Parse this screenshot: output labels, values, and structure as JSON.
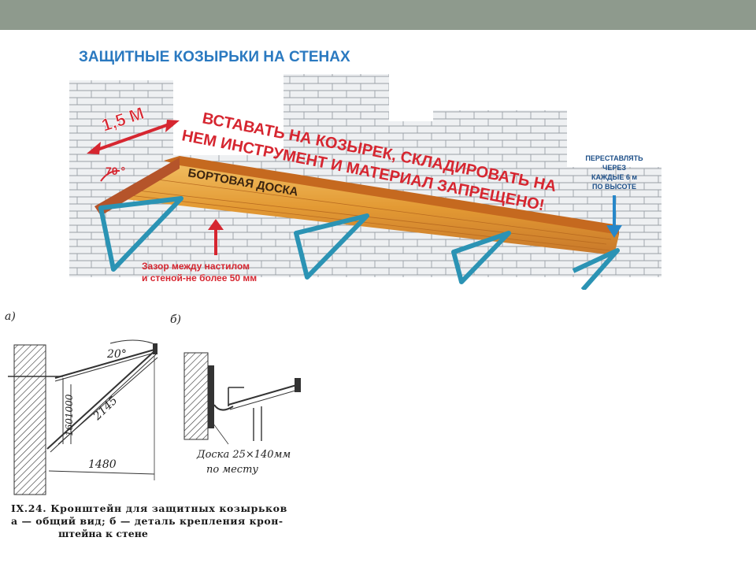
{
  "colors": {
    "top_bar": "#8e9a8d",
    "title_blue": "#2a79c0",
    "warning_red": "#d62630",
    "arrow_blue": "#2787c9",
    "bracket": "#2b93b4",
    "board": "#e6a23c"
  },
  "illustration": {
    "title": "ЗАЩИТНЫЕ КОЗЫРЬКИ НА СТЕНАХ",
    "dimension": "1,5 М",
    "angle": "70 °",
    "warning_line1": "ВСТАВАТЬ НА КОЗЫРЕК, СКЛАДИРОВАТЬ НА",
    "warning_line2": "НЕМ ИНСТРУМЕНТ И МАТЕРИАЛ ЗАПРЕЩЕНО!",
    "board_label": "БОРТОВАЯ ДОСКА",
    "move_note": [
      "ПЕРЕСТАВЛЯТЬ",
      "ЧЕРЕЗ",
      "КАЖДЫЕ 6 м",
      "ПО ВЫСОТЕ"
    ],
    "gap_note": [
      "Зазор между настилом",
      "и стеной-не более 50 мм"
    ]
  },
  "drawing_a": {
    "label": "а)",
    "angle": "20°",
    "length": "2145",
    "height": "1601000",
    "width": "1480"
  },
  "drawing_b": {
    "label": "б)",
    "board_note1": "Доска 25×140мм",
    "board_note2": "по месту"
  },
  "caption": {
    "line1": "IX.24. Кронштейн для защитных козырьков",
    "line2": "а — общий вид; б — деталь крепления крон-",
    "line3": "штейна к стене"
  }
}
